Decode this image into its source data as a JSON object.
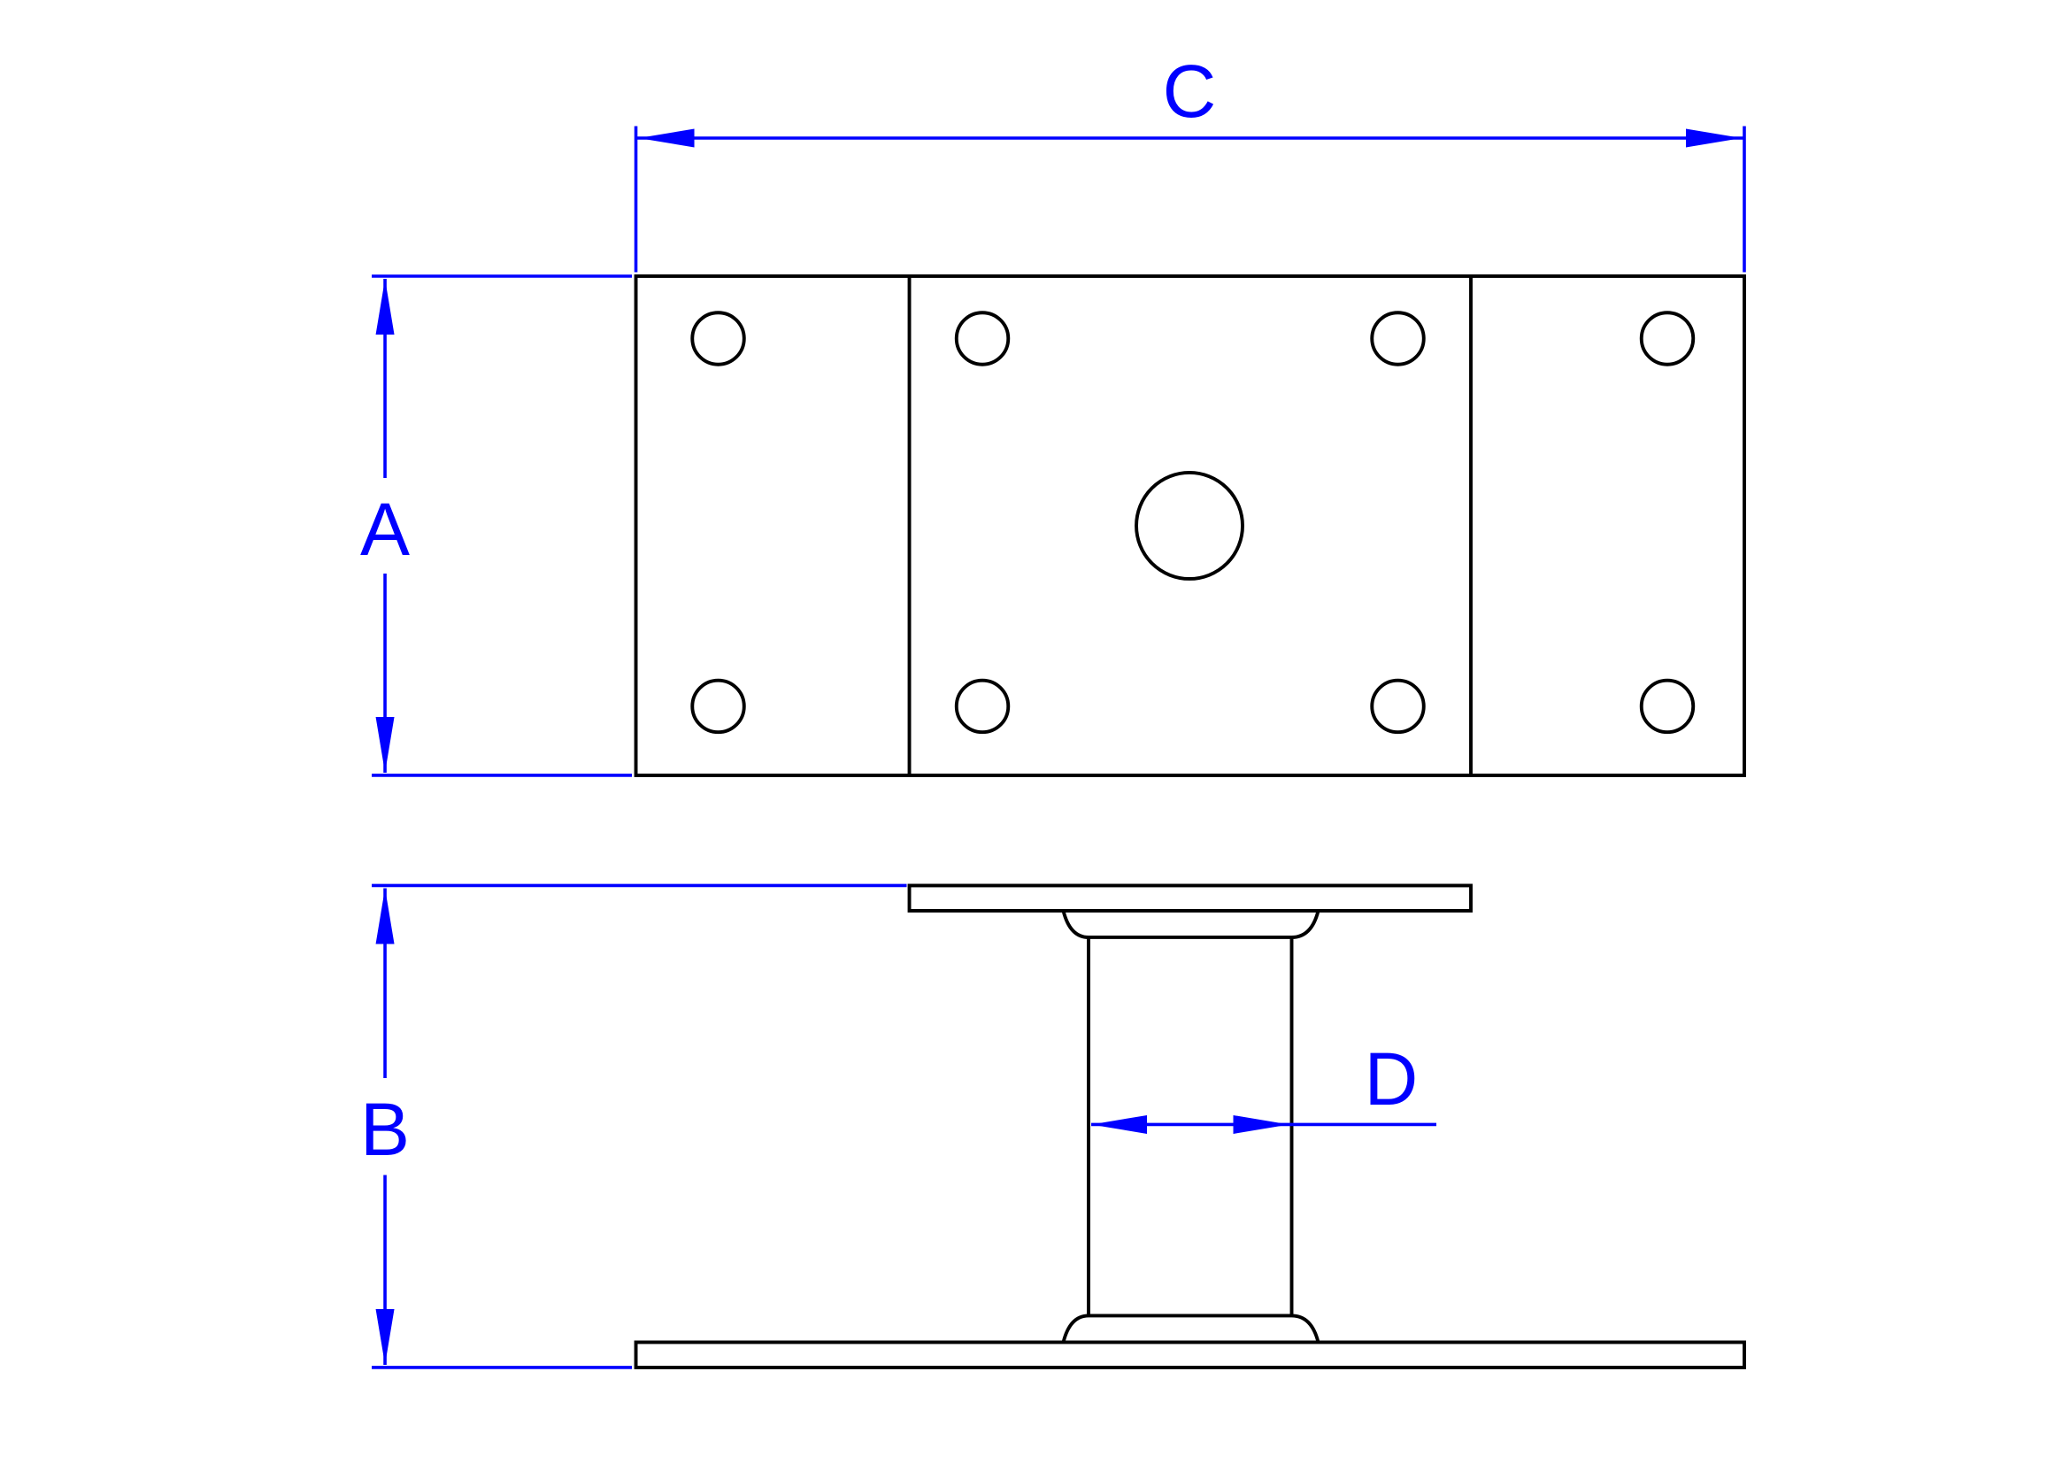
{
  "drawing": {
    "dimension_labels": {
      "a": "A",
      "b": "B",
      "c": "C",
      "d": "D"
    },
    "colors": {
      "dimension": "#0000ff",
      "part": "#000000",
      "background": "#ffffff"
    }
  }
}
